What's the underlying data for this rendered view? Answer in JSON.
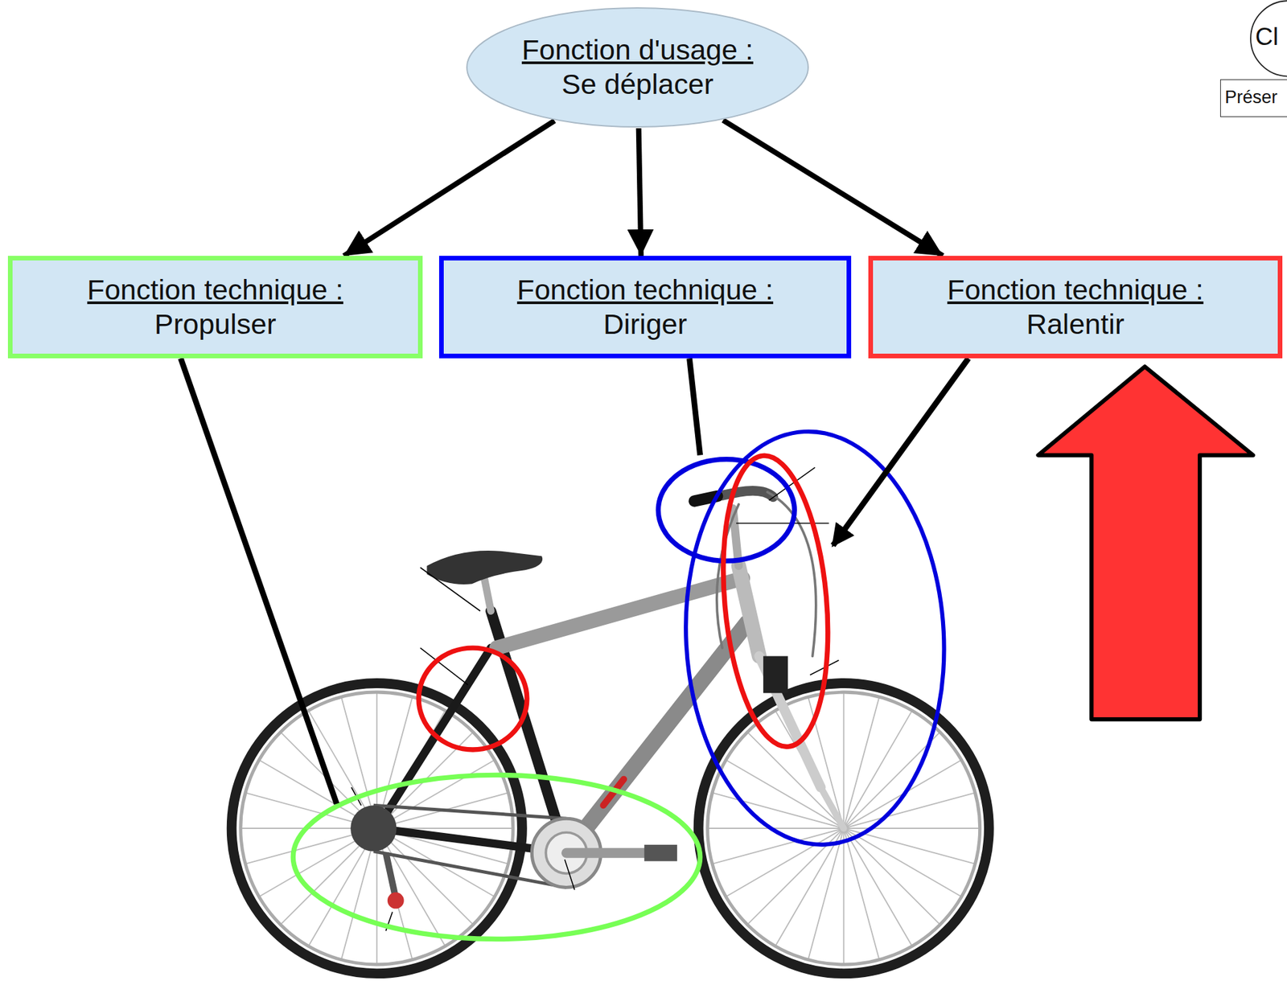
{
  "diagram": {
    "nodes": [
      {
        "text": [
          "Fonction d'usage :",
          "Se déplacer"
        ]
      },
      {
        "text": [
          "Fonction technique :",
          "Propulser"
        ]
      },
      {
        "text": [
          "Fonction technique :",
          "Diriger"
        ]
      },
      {
        "text": [
          "Fonction technique :",
          "Ralentir"
        ]
      }
    ],
    "edges": [
      {
        "from": 0,
        "to": 1,
        "arrow": "to"
      },
      {
        "from": 0,
        "to": 2,
        "arrow": "to"
      },
      {
        "from": 0,
        "to": 3,
        "arrow": "to"
      }
    ],
    "labels": [
      "Cl",
      "Préser"
    ]
  }
}
